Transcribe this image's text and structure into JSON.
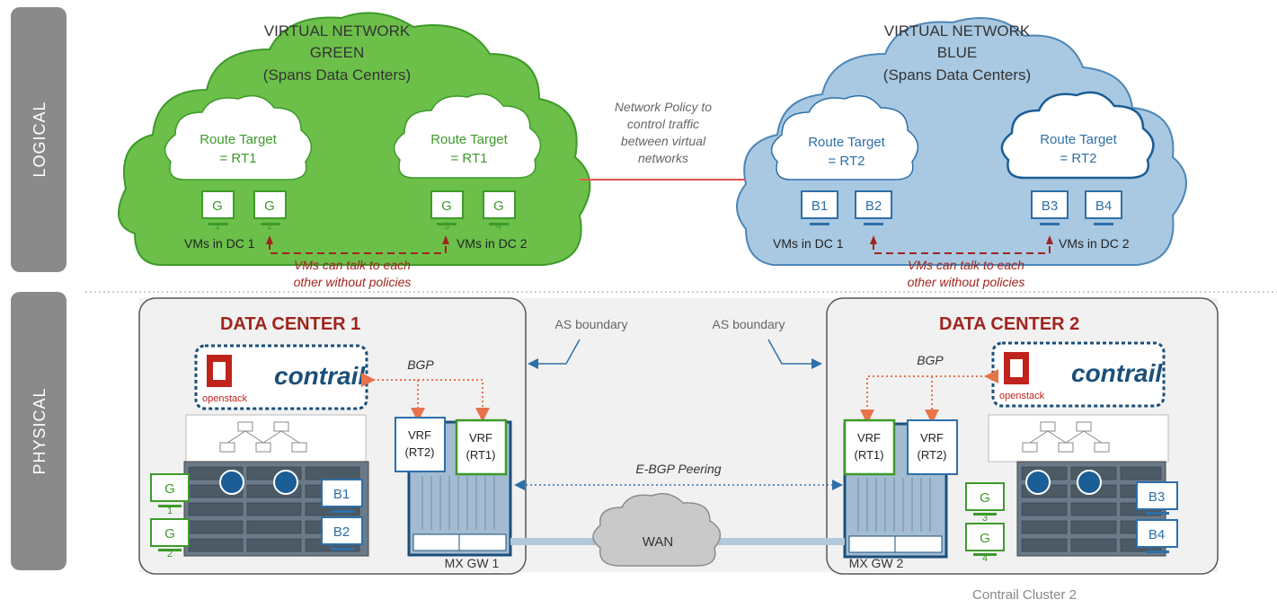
{
  "sections": {
    "logical": "LOGICAL",
    "physical": "PHYSICAL"
  },
  "virtual_green": {
    "title1": "VIRTUAL NETWORK",
    "title2": "GREEN",
    "subtitle": "(Spans Data Centers)"
  },
  "virtual_blue": {
    "title1": "VIRTUAL NETWORK",
    "title2": "BLUE",
    "subtitle": "(Spans Data Centers)"
  },
  "route_targets": {
    "green_dc1": {
      "line1": "Route Target",
      "line2": "= RT1"
    },
    "green_dc2": {
      "line1": "Route Target",
      "line2": "= RT1"
    },
    "blue_dc1": {
      "line1": "Route Target",
      "line2": "= RT2"
    },
    "blue_dc2": {
      "line1": "Route Target",
      "line2": "= RT2"
    }
  },
  "vm_labels": {
    "g": "G",
    "g1": "1",
    "g2": "2",
    "g3": "3",
    "g4": "4",
    "b1": "B1",
    "b2": "B2",
    "b3": "B3",
    "b4": "B4"
  },
  "vms_in_dc1": "VMs in DC 1",
  "vms_in_dc2": "VMs in DC 2",
  "talk_note": {
    "line1": "VMs can talk to each",
    "line2": "other without policies"
  },
  "policy_note": {
    "line1": "Network Policy to",
    "line2": "control traffic",
    "line3": "between virtual",
    "line4": "networks"
  },
  "dc1": {
    "title": "DATA CENTER 1",
    "gw": "MX GW 1"
  },
  "dc2": {
    "title": "DATA CENTER 2",
    "gw": "MX GW 2"
  },
  "as_boundary": "AS boundary",
  "bgp": "BGP",
  "ebgp": "E-BGP Peering",
  "wan": "WAN",
  "vrf": {
    "label": "VRF",
    "rt1": "(RT1)",
    "rt2": "(RT2)"
  },
  "logo": {
    "contrail": "contrail",
    "openstack": "openstack"
  },
  "footer": "Contrail Cluster 2",
  "colors": {
    "green": "#6cc04a",
    "green_dark": "#3d9a2a",
    "blue": "#a9c9e2",
    "blue_dark": "#2e6fa8",
    "red": "#a0241e",
    "orange": "#e8734a",
    "navy": "#1b4f7a",
    "gray": "#8c8c8c"
  }
}
